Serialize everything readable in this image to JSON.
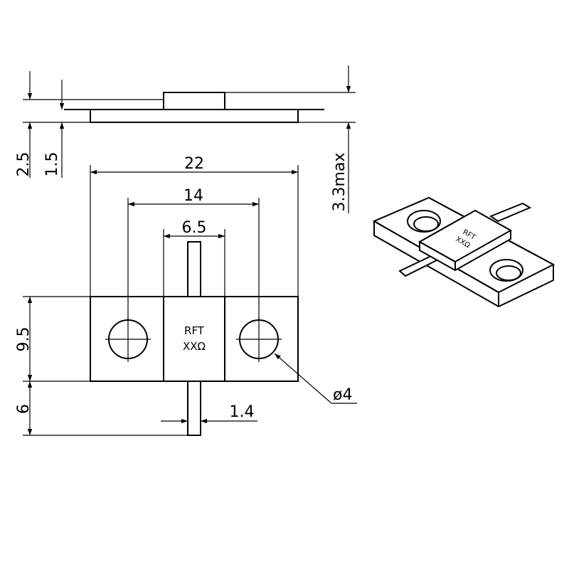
{
  "dimensions": {
    "total_thickness": "2.5",
    "flange_thickness": "1.5",
    "max_height": "3.3max",
    "flange_width": "22",
    "hole_spacing": "14",
    "body_width": "6.5",
    "flange_height": "9.5",
    "lead_length": "6",
    "lead_width": "1.4",
    "hole_diameter": "ø4"
  },
  "body_marking": {
    "line1": "RFT",
    "line2": "XXΩ"
  },
  "iso_marking": {
    "line1": "RFT",
    "line2": "XXΩ"
  }
}
